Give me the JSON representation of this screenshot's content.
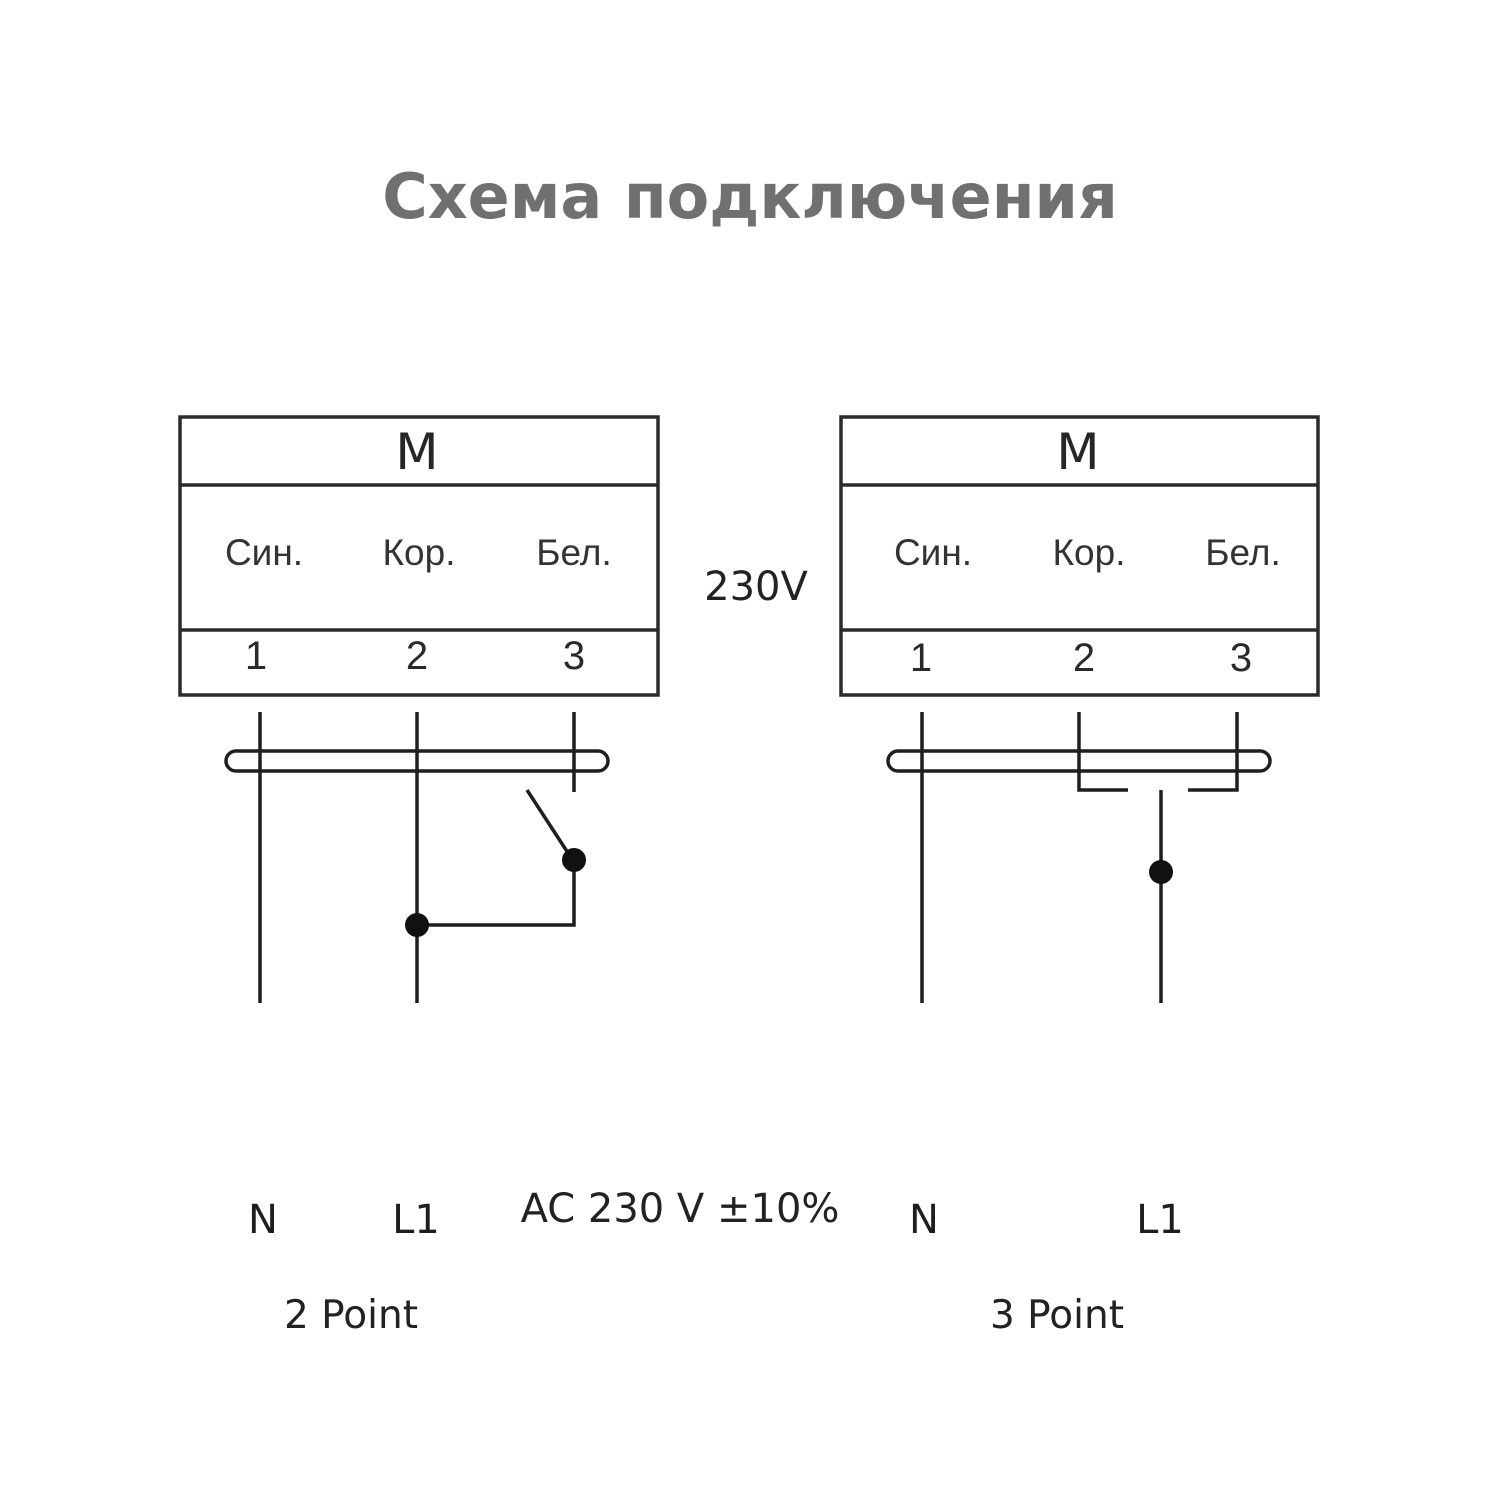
{
  "title": "Схема подключения",
  "voltage_label": "230V",
  "supply_label": "AC 230 V ±10%",
  "left": {
    "motor_label": "M",
    "colors": [
      "Син.",
      "Кор.",
      "Бел."
    ],
    "terminals": [
      "1",
      "2",
      "3"
    ],
    "lines": [
      "N",
      "L1"
    ],
    "mode": "2 Point"
  },
  "right": {
    "motor_label": "M",
    "colors": [
      "Син.",
      "Кор.",
      "Бел."
    ],
    "terminals": [
      "1",
      "2",
      "3"
    ],
    "lines": [
      "N",
      "L1"
    ],
    "mode": "3 Point"
  }
}
